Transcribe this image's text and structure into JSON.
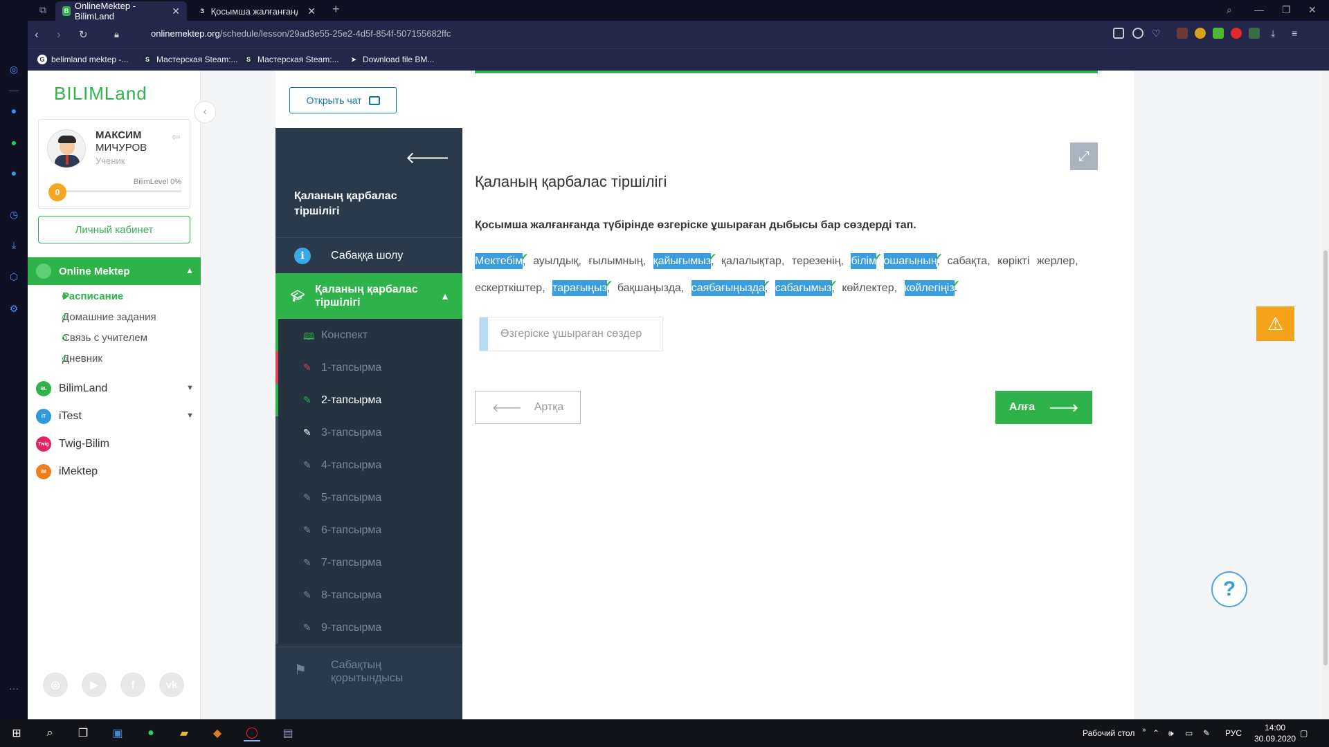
{
  "browser": {
    "tabs": [
      {
        "label": "OnlineMektep - BilimLand",
        "active": true
      },
      {
        "label": "Қосымша жалғанғанда түб",
        "active": false
      }
    ],
    "url_domain": "onlinemektep.org",
    "url_path": "/schedule/lesson/29ad3e55-25e2-4d5f-854f-507155682ffc",
    "bookmarks": [
      "belimland mektep -...",
      "Мастерская Steam:...",
      "Мастерская Steam:...",
      "Download file BM..."
    ]
  },
  "sidebar": {
    "logo": "BILIMLand",
    "profile": {
      "first_name": "МАКСИМ",
      "last_name": "МИЧУРОВ",
      "role": "Ученик",
      "level_label": "BilimLevel 0%",
      "level_value": "0",
      "progress_fraction": 0
    },
    "cabinet_button": "Личный кабинет",
    "section": "Online Mektep",
    "sub_items": [
      {
        "label": "Расписание",
        "active": true
      },
      {
        "label": "Домашние задания",
        "active": false
      },
      {
        "label": "Связь с учителем",
        "active": false
      },
      {
        "label": "Дневник",
        "active": false
      }
    ],
    "apps": [
      {
        "label": "BilimLand",
        "color": "#2db34a",
        "expandable": true
      },
      {
        "label": "iTest",
        "color": "#2e9bd8",
        "expandable": true
      },
      {
        "label": "Twig-Bilim",
        "color": "#e0245e",
        "expandable": false
      },
      {
        "label": "iMektep",
        "color": "#f07f1e",
        "expandable": false
      }
    ]
  },
  "lesson_nav": {
    "chat_button": "Открыть чат",
    "title": "Қаланың қарбалас тіршілігі",
    "overview": "Сабаққа шолу",
    "current_section": "Қаланың қарбалас тіршілігі",
    "tasks": [
      {
        "label": "Конспект",
        "state": "done-green"
      },
      {
        "label": "1-тапсырма",
        "state": "done-red"
      },
      {
        "label": "2-тапсырма",
        "state": "active"
      },
      {
        "label": "3-тапсырма",
        "state": "pending"
      },
      {
        "label": "4-тапсырма",
        "state": "pending"
      },
      {
        "label": "5-тапсырма",
        "state": "pending"
      },
      {
        "label": "6-тапсырма",
        "state": "pending"
      },
      {
        "label": "7-тапсырма",
        "state": "pending"
      },
      {
        "label": "8-тапсырма",
        "state": "pending"
      },
      {
        "label": "9-тапсырма",
        "state": "pending"
      }
    ],
    "summary": "Сабақтың қорытындысы"
  },
  "content": {
    "title": "Қаланың қарбалас тіршілігі",
    "question": "Қосымша жалғанғанда түбірінде өзгеріске ұшыраған дыбысы бар сөздерді тап.",
    "words": [
      {
        "text": "Мектебім",
        "selected": true
      },
      {
        "text": "ауылдық",
        "selected": false
      },
      {
        "text": "ғылымның",
        "selected": false
      },
      {
        "text": "қайығымыз",
        "selected": true
      },
      {
        "text": "қалалықтар",
        "selected": false
      },
      {
        "text": "терезенің",
        "selected": false
      },
      {
        "text": "білім",
        "selected": true
      },
      {
        "text": "ошағының",
        "selected": true
      },
      {
        "text": "сабақта",
        "selected": false
      },
      {
        "text": "көрікті",
        "selected": false
      },
      {
        "text": "жерлер",
        "selected": false
      },
      {
        "text": "ескерткіштер",
        "selected": false
      },
      {
        "text": "тарағыңыз",
        "selected": true
      },
      {
        "text": "бақшаңызда",
        "selected": false
      },
      {
        "text": "саябағыңызда",
        "selected": true
      },
      {
        "text": "сабағымыз",
        "selected": true
      },
      {
        "text": "көйлектер",
        "selected": false
      },
      {
        "text": "көйлегіңіз",
        "selected": true
      }
    ],
    "answer_placeholder": "Өзгеріске ұшыраған сөздер",
    "back_button": "Артқа",
    "next_button": "Алға"
  },
  "taskbar": {
    "desktop_label": "Рабочий стол",
    "language": "РУС",
    "time": "14:00",
    "date": "30.09.2020"
  },
  "colors": {
    "brand_green": "#2db34a",
    "nav_dark": "#2b3a4a",
    "selection_blue": "#3a9de0",
    "warning_orange": "#f5a31a"
  }
}
